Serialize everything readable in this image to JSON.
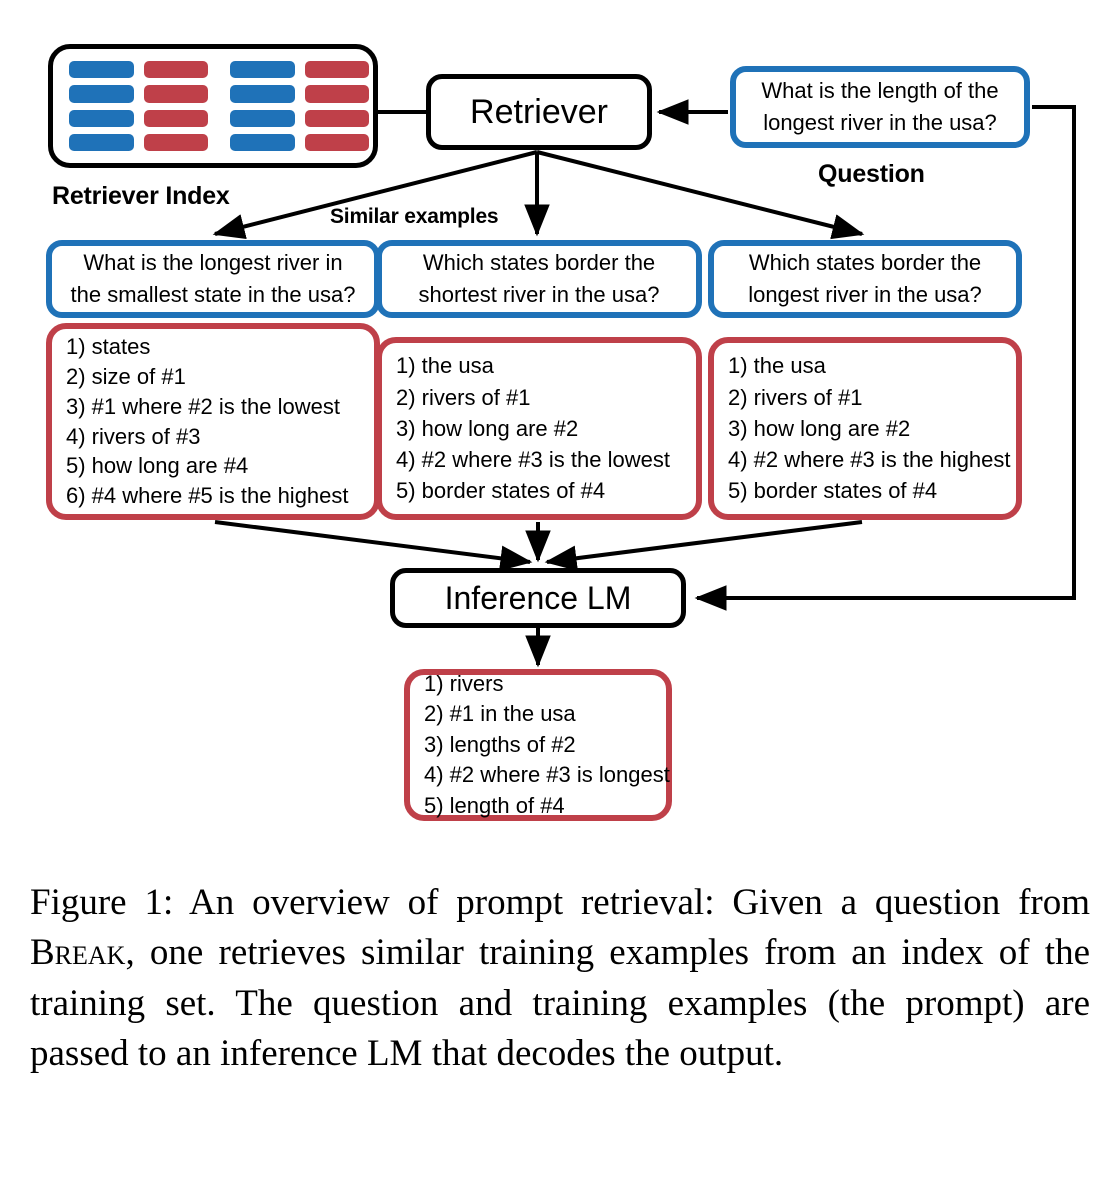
{
  "theme": {
    "blue": "#1f72b8",
    "red": "#bf4049",
    "black": "#000000",
    "background": "#ffffff"
  },
  "retriever_index": {
    "label": "Retriever Index",
    "chip_colors": [
      "blue",
      "red",
      "blue",
      "red",
      "blue",
      "red",
      "blue",
      "red",
      "blue",
      "red",
      "blue",
      "red",
      "blue",
      "red",
      "blue",
      "red"
    ]
  },
  "nodes": {
    "retriever": "Retriever",
    "inference_lm": "Inference LM"
  },
  "question": {
    "label": "Question",
    "lines": [
      "What is the length of the",
      "longest river in the usa?"
    ]
  },
  "similar_examples_label": "Similar examples",
  "examples": [
    {
      "question_lines": [
        "What is the longest river in",
        "the smallest state in the usa?"
      ],
      "decomposition": [
        "1) states",
        "2) size of #1",
        "3) #1 where #2 is the lowest",
        "4) rivers of #3",
        "5) how long are #4",
        "6) #4 where #5 is the highest"
      ]
    },
    {
      "question_lines": [
        "Which states border the",
        "shortest river in the usa?"
      ],
      "decomposition": [
        "1) the usa",
        "2) rivers of #1",
        "3) how long are #2",
        "4) #2 where #3 is the lowest",
        "5) border states of #4"
      ]
    },
    {
      "question_lines": [
        "Which states border the",
        "longest river in the usa?"
      ],
      "decomposition": [
        "1) the usa",
        "2) rivers of #1",
        "3) how long are #2",
        "4) #2 where #3 is the highest",
        "5) border states of #4"
      ]
    }
  ],
  "output": {
    "decomposition": [
      "1) rivers",
      "2) #1 in the usa",
      "3) lengths of #2",
      "4) #2 where #3 is longest",
      "5) length of #4"
    ]
  },
  "caption": {
    "prefix": "Figure 1: An overview of prompt retrieval: Given a question from ",
    "dataset": "Break",
    "suffix": ", one retrieves similar training examples from an index of the training set. The question and training examples (the prompt) are passed to an inference LM that decodes the output."
  }
}
